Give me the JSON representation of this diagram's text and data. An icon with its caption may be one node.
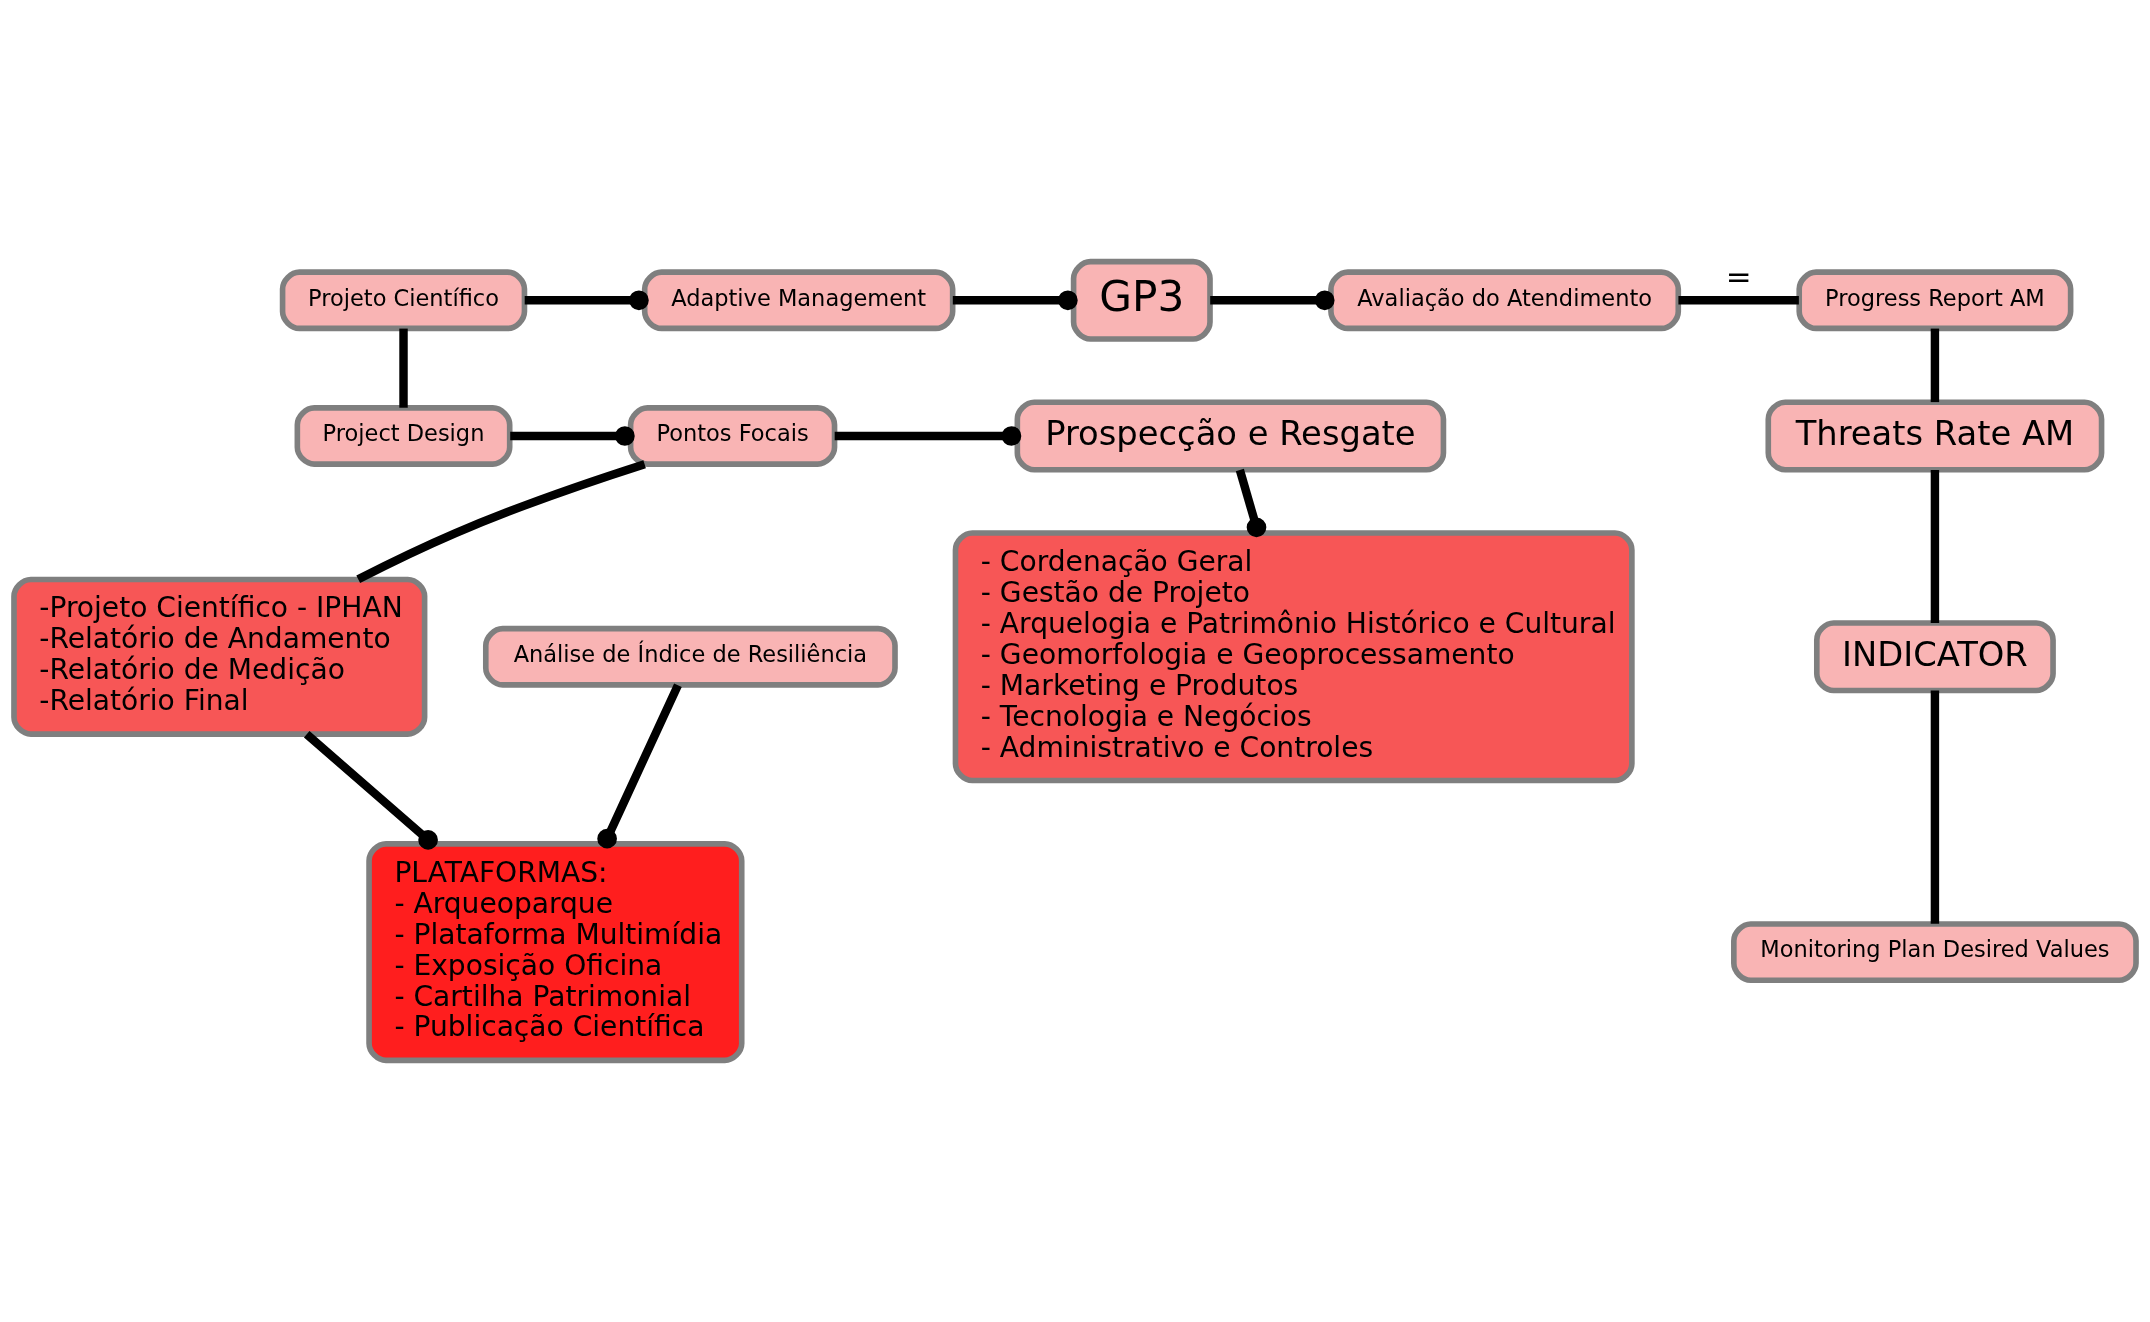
{
  "diagram": {
    "nodes": [
      {
        "text": [
          "Projeto Científico"
        ]
      },
      {
        "text": [
          "Adaptive Management"
        ]
      },
      {
        "text": [
          "GP3"
        ]
      },
      {
        "text": [
          "Avaliação do Atendimento"
        ]
      },
      {
        "text": [
          "Progress Report AM"
        ]
      },
      {
        "text": [
          "Project Design"
        ]
      },
      {
        "text": [
          "Pontos Focais"
        ]
      },
      {
        "text": [
          "Prospecção e Resgate"
        ]
      },
      {
        "text": [
          "Threats Rate AM"
        ]
      },
      {
        "text": [
          "INDICATOR"
        ]
      },
      {
        "text": [
          "Monitoring Plan Desired Values"
        ]
      },
      {
        "text": [
          "-Projeto Científico - IPHAN",
          "-Relatório de Andamento",
          "-Relatório de Medição",
          "-Relatório Final"
        ]
      },
      {
        "text": [
          "- Cordenação Geral",
          "- Gestão de Projeto",
          "- Arquelogia e Patrimônio Histórico e Cultural",
          "- Geomorfologia e Geoprocessamento",
          "- Marketing e Produtos",
          "- Tecnologia e Negócios",
          "- Administrativo e Controles"
        ]
      },
      {
        "text": [
          "PLATAFORMAS:",
          "- Arqueoparque",
          "- Plataforma Multimídia",
          "- Exposição Oficina",
          "- Cartilha Patrimonial",
          "- Publicação Científica"
        ]
      },
      {
        "text": [
          "Análise de Índice de Resiliência"
        ]
      }
    ],
    "edges": [
      {
        "from": 0,
        "to": 1,
        "arrow": "other"
      },
      {
        "from": 1,
        "to": 2,
        "arrow": "other"
      },
      {
        "from": 2,
        "to": 3,
        "arrow": "other"
      },
      {
        "from": 3,
        "to": 4,
        "arrow": "none",
        "label": "="
      },
      {
        "from": 4,
        "to": 8,
        "arrow": "none"
      },
      {
        "from": 8,
        "to": 9,
        "arrow": "none"
      },
      {
        "from": 9,
        "to": 10,
        "arrow": "none"
      },
      {
        "from": 0,
        "to": 5,
        "arrow": "none"
      },
      {
        "from": 5,
        "to": 6,
        "arrow": "other"
      },
      {
        "from": 6,
        "to": 7,
        "arrow": "other"
      },
      {
        "from": 6,
        "to": 11,
        "arrow": "none"
      },
      {
        "from": 7,
        "to": 12,
        "arrow": "other"
      },
      {
        "from": 11,
        "to": 13,
        "arrow": "other"
      },
      {
        "from": 14,
        "to": 13,
        "arrow": "other"
      }
    ]
  }
}
